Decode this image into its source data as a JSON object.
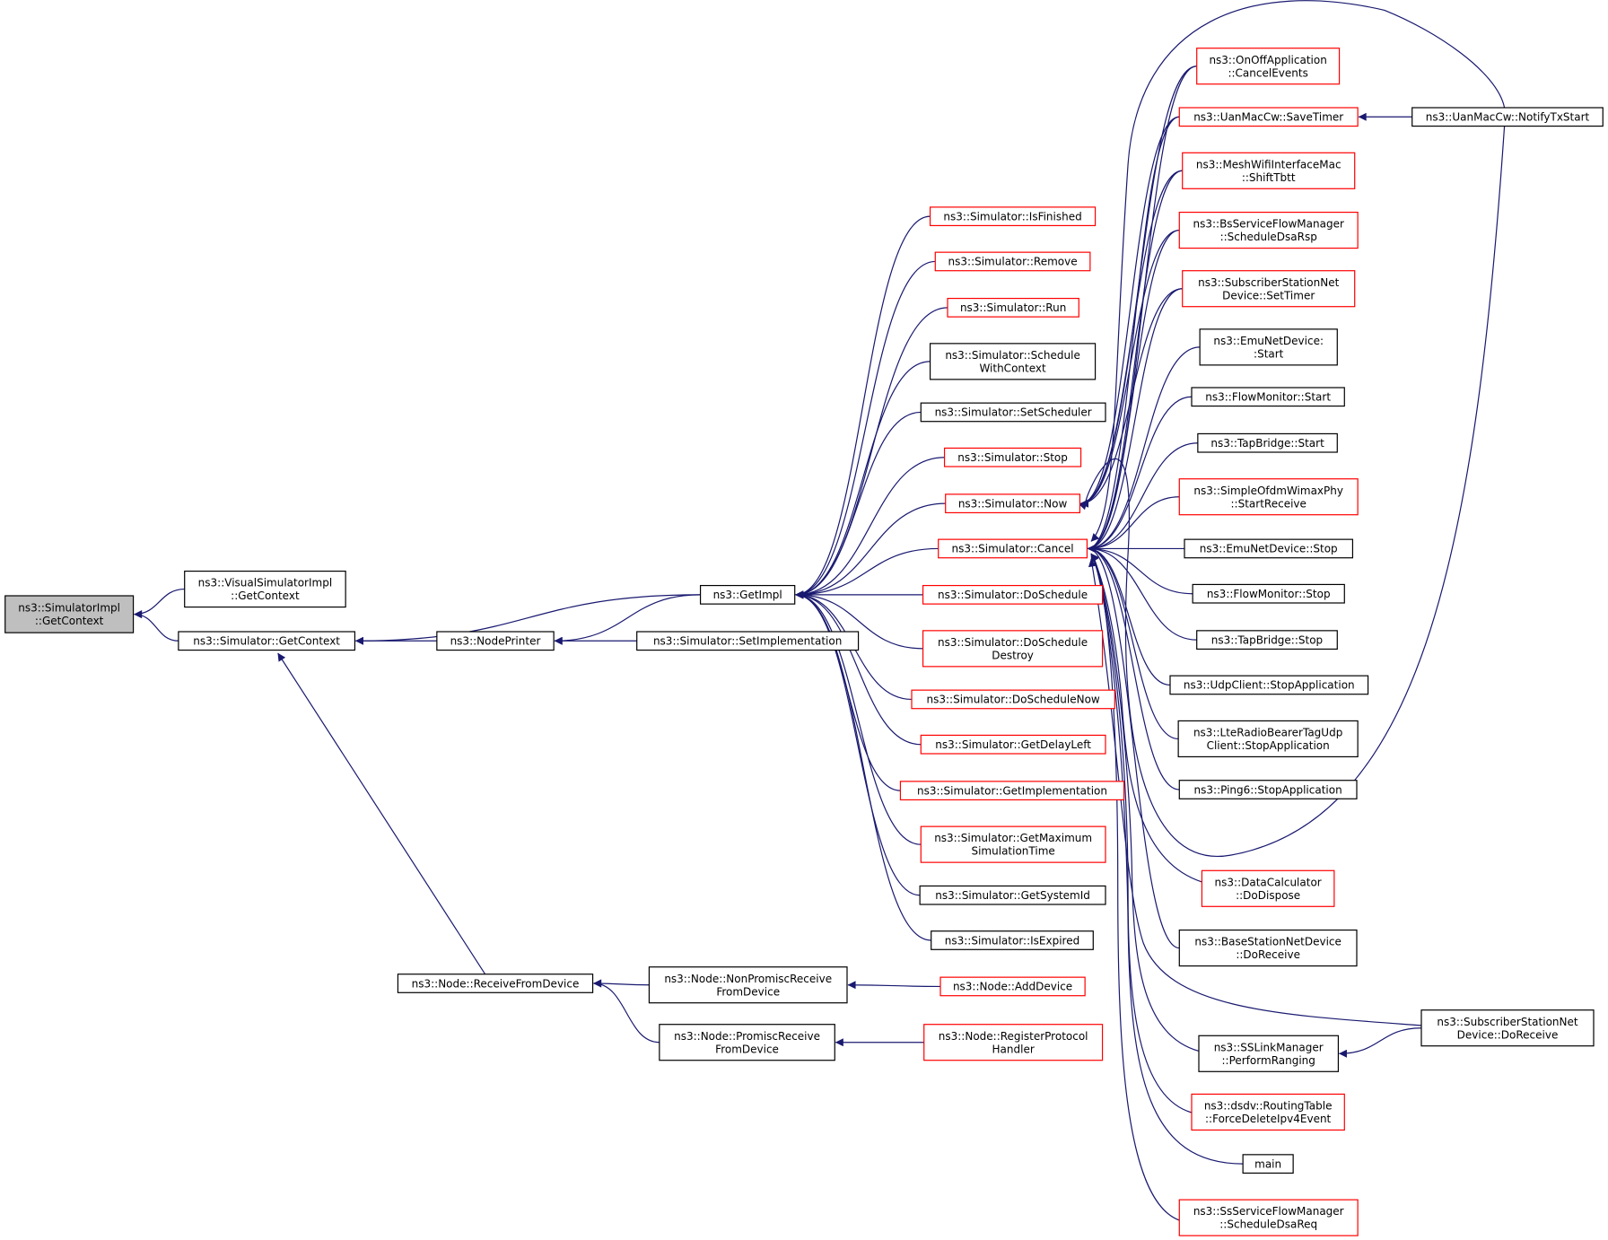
{
  "nodes": [
    {
      "id": "root",
      "lines": [
        "ns3::SimulatorImpl",
        "::GetContext"
      ],
      "style": "current"
    },
    {
      "id": "vsi",
      "lines": [
        "ns3::VisualSimulatorImpl",
        "::GetContext"
      ],
      "style": "black"
    },
    {
      "id": "sgc",
      "lines": [
        "ns3::Simulator::GetContext"
      ],
      "style": "black"
    },
    {
      "id": "np",
      "lines": [
        "ns3::NodePrinter"
      ],
      "style": "black"
    },
    {
      "id": "ssi",
      "lines": [
        "ns3::Simulator::SetImplementation"
      ],
      "style": "black"
    },
    {
      "id": "gi",
      "lines": [
        "ns3::GetImpl"
      ],
      "style": "black"
    },
    {
      "id": "rfd",
      "lines": [
        "ns3::Node::ReceiveFromDevice"
      ],
      "style": "black"
    },
    {
      "id": "nprfd",
      "lines": [
        "ns3::Node::NonPromiscReceive",
        "FromDevice"
      ],
      "style": "black"
    },
    {
      "id": "prfd",
      "lines": [
        "ns3::Node::PromiscReceive",
        "FromDevice"
      ],
      "style": "black"
    },
    {
      "id": "ad",
      "lines": [
        "ns3::Node::AddDevice"
      ],
      "style": "red"
    },
    {
      "id": "rph",
      "lines": [
        "ns3::Node::RegisterProtocol",
        "Handler"
      ],
      "style": "red"
    },
    {
      "id": "isf",
      "lines": [
        "ns3::Simulator::IsFinished"
      ],
      "style": "red"
    },
    {
      "id": "rem",
      "lines": [
        "ns3::Simulator::Remove"
      ],
      "style": "red"
    },
    {
      "id": "run",
      "lines": [
        "ns3::Simulator::Run"
      ],
      "style": "red"
    },
    {
      "id": "swc",
      "lines": [
        "ns3::Simulator::Schedule",
        "WithContext"
      ],
      "style": "black"
    },
    {
      "id": "ssch",
      "lines": [
        "ns3::Simulator::SetScheduler"
      ],
      "style": "black"
    },
    {
      "id": "stop",
      "lines": [
        "ns3::Simulator::Stop"
      ],
      "style": "red"
    },
    {
      "id": "now",
      "lines": [
        "ns3::Simulator::Now"
      ],
      "style": "red"
    },
    {
      "id": "cancel",
      "lines": [
        "ns3::Simulator::Cancel"
      ],
      "style": "red"
    },
    {
      "id": "dos",
      "lines": [
        "ns3::Simulator::DoSchedule"
      ],
      "style": "red"
    },
    {
      "id": "dosd",
      "lines": [
        "ns3::Simulator::DoSchedule",
        "Destroy"
      ],
      "style": "red"
    },
    {
      "id": "dosn",
      "lines": [
        "ns3::Simulator::DoScheduleNow"
      ],
      "style": "red"
    },
    {
      "id": "gdl",
      "lines": [
        "ns3::Simulator::GetDelayLeft"
      ],
      "style": "red"
    },
    {
      "id": "gimp",
      "lines": [
        "ns3::Simulator::GetImplementation"
      ],
      "style": "red"
    },
    {
      "id": "gmst",
      "lines": [
        "ns3::Simulator::GetMaximum",
        "SimulationTime"
      ],
      "style": "red"
    },
    {
      "id": "gsid",
      "lines": [
        "ns3::Simulator::GetSystemId"
      ],
      "style": "black"
    },
    {
      "id": "ise",
      "lines": [
        "ns3::Simulator::IsExpired"
      ],
      "style": "black"
    },
    {
      "id": "ooa",
      "lines": [
        "ns3::OnOffApplication",
        "::CancelEvents"
      ],
      "style": "red"
    },
    {
      "id": "umst",
      "lines": [
        "ns3::UanMacCw::SaveTimer"
      ],
      "style": "red"
    },
    {
      "id": "mwim",
      "lines": [
        "ns3::MeshWifiInterfaceMac",
        "::ShiftTbtt"
      ],
      "style": "red"
    },
    {
      "id": "bsfm",
      "lines": [
        "ns3::BsServiceFlowManager",
        "::ScheduleDsaRsp"
      ],
      "style": "red"
    },
    {
      "id": "ssnd",
      "lines": [
        "ns3::SubscriberStationNet",
        "Device::SetTimer"
      ],
      "style": "red"
    },
    {
      "id": "ends",
      "lines": [
        "ns3::EmuNetDevice:",
        ":Start"
      ],
      "style": "black"
    },
    {
      "id": "fms",
      "lines": [
        "ns3::FlowMonitor::Start"
      ],
      "style": "black"
    },
    {
      "id": "tbs",
      "lines": [
        "ns3::TapBridge::Start"
      ],
      "style": "black"
    },
    {
      "id": "sowp",
      "lines": [
        "ns3::SimpleOfdmWimaxPhy",
        "::StartReceive"
      ],
      "style": "red"
    },
    {
      "id": "endstop",
      "lines": [
        "ns3::EmuNetDevice::Stop"
      ],
      "style": "black"
    },
    {
      "id": "fmstop",
      "lines": [
        "ns3::FlowMonitor::Stop"
      ],
      "style": "black"
    },
    {
      "id": "tbstop",
      "lines": [
        "ns3::TapBridge::Stop"
      ],
      "style": "black"
    },
    {
      "id": "ucsa",
      "lines": [
        "ns3::UdpClient::StopApplication"
      ],
      "style": "black"
    },
    {
      "id": "lrbt",
      "lines": [
        "ns3::LteRadioBearerTagUdp",
        "Client::StopApplication"
      ],
      "style": "black"
    },
    {
      "id": "p6sa",
      "lines": [
        "ns3::Ping6::StopApplication"
      ],
      "style": "black"
    },
    {
      "id": "dcdd",
      "lines": [
        "ns3::DataCalculator",
        "::DoDispose"
      ],
      "style": "red"
    },
    {
      "id": "bsnd",
      "lines": [
        "ns3::BaseStationNetDevice",
        "::DoReceive"
      ],
      "style": "black"
    },
    {
      "id": "sslm",
      "lines": [
        "ns3::SSLinkManager",
        "::PerformRanging"
      ],
      "style": "black"
    },
    {
      "id": "dsdv",
      "lines": [
        "ns3::dsdv::RoutingTable",
        "::ForceDeleteIpv4Event"
      ],
      "style": "red"
    },
    {
      "id": "main",
      "lines": [
        "main"
      ],
      "style": "black"
    },
    {
      "id": "ssfm",
      "lines": [
        "ns3::SsServiceFlowManager",
        "::ScheduleDsaReq"
      ],
      "style": "red"
    },
    {
      "id": "umnt",
      "lines": [
        "ns3::UanMacCw::NotifyTxStart"
      ],
      "style": "black"
    },
    {
      "id": "ssdr",
      "lines": [
        "ns3::SubscriberStationNet",
        "Device::DoReceive"
      ],
      "style": "black"
    }
  ],
  "edges": [
    [
      "vsi",
      "root"
    ],
    [
      "sgc",
      "root"
    ],
    [
      "np",
      "sgc"
    ],
    [
      "gi",
      "sgc"
    ],
    [
      "rfd",
      "sgc"
    ],
    [
      "ssi",
      "np"
    ],
    [
      "gi",
      "np"
    ],
    [
      "nprfd",
      "rfd"
    ],
    [
      "prfd",
      "rfd"
    ],
    [
      "ad",
      "nprfd"
    ],
    [
      "rph",
      "prfd"
    ],
    [
      "isf",
      "gi"
    ],
    [
      "rem",
      "gi"
    ],
    [
      "run",
      "gi"
    ],
    [
      "swc",
      "gi"
    ],
    [
      "ssch",
      "gi"
    ],
    [
      "stop",
      "gi"
    ],
    [
      "now",
      "gi"
    ],
    [
      "cancel",
      "gi"
    ],
    [
      "dos",
      "gi"
    ],
    [
      "dosd",
      "gi"
    ],
    [
      "dosn",
      "gi"
    ],
    [
      "gdl",
      "gi"
    ],
    [
      "gimp",
      "gi"
    ],
    [
      "gmst",
      "gi"
    ],
    [
      "gsid",
      "gi"
    ],
    [
      "ise",
      "gi"
    ],
    [
      "ooa",
      "now"
    ],
    [
      "umst",
      "now"
    ],
    [
      "mwim",
      "now"
    ],
    [
      "bsfm",
      "now"
    ],
    [
      "ssnd",
      "now"
    ],
    [
      "umnt",
      "now"
    ],
    [
      "umnt",
      "umst"
    ],
    [
      "ooa",
      "cancel"
    ],
    [
      "umst",
      "cancel"
    ],
    [
      "mwim",
      "cancel"
    ],
    [
      "bsfm",
      "cancel"
    ],
    [
      "ssnd",
      "cancel"
    ],
    [
      "ends",
      "cancel"
    ],
    [
      "fms",
      "cancel"
    ],
    [
      "tbs",
      "cancel"
    ],
    [
      "sowp",
      "cancel"
    ],
    [
      "endstop",
      "cancel"
    ],
    [
      "fmstop",
      "cancel"
    ],
    [
      "tbstop",
      "cancel"
    ],
    [
      "ucsa",
      "cancel"
    ],
    [
      "lrbt",
      "cancel"
    ],
    [
      "p6sa",
      "cancel"
    ],
    [
      "dcdd",
      "cancel"
    ],
    [
      "bsnd",
      "cancel"
    ],
    [
      "sslm",
      "cancel"
    ],
    [
      "dsdv",
      "cancel"
    ],
    [
      "main",
      "cancel"
    ],
    [
      "ssfm",
      "cancel"
    ],
    [
      "umnt",
      "cancel"
    ],
    [
      "ssdr",
      "cancel"
    ],
    [
      "ssdr",
      "sslm"
    ]
  ]
}
